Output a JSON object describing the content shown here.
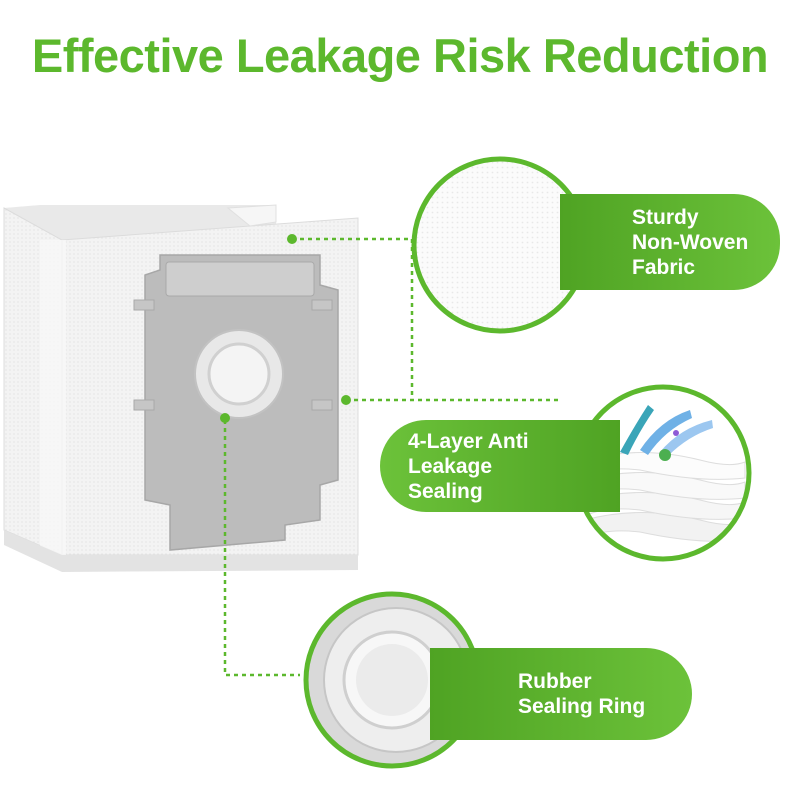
{
  "title": "Effective Leakage Risk Reduction",
  "callouts": {
    "fabric": [
      "Sturdy",
      "Non-Woven",
      "Fabric"
    ],
    "layers": [
      "4-Layer Anti",
      "Leakage",
      "Sealing"
    ],
    "ring": [
      "Rubber",
      "Sealing Ring"
    ]
  },
  "colors": {
    "brand_green": "#5cb82d",
    "bag_white": "#f4f4f4",
    "plate_gray": "#b8b8b8"
  }
}
